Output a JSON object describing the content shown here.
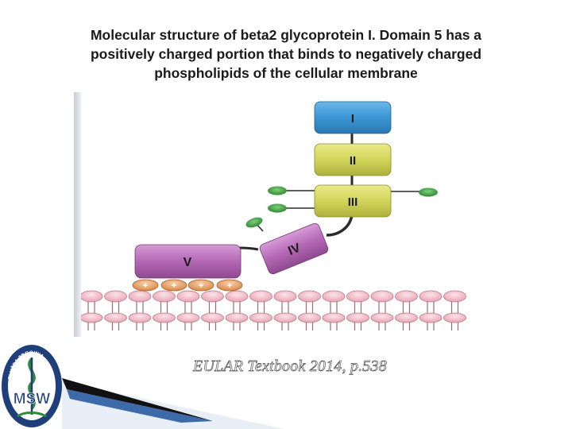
{
  "slide": {
    "title_lines": [
      "Molecular structure of beta2 glycoprotein I. Domain 5 has a",
      "positively charged portion that binds to negatively charged",
      "phospholipids of the cellular membrane"
    ],
    "caption": "EULAR Textbook 2014, p.538"
  },
  "diagram": {
    "domains": [
      {
        "label": "I",
        "color": "#3b96d4"
      },
      {
        "label": "II",
        "color": "#d2d55a"
      },
      {
        "label": "III",
        "color": "#d2d55a"
      },
      {
        "label": "IV",
        "color": "#b468b4"
      },
      {
        "label": "V",
        "color": "#b468b4"
      }
    ],
    "charge_symbol": "+",
    "colors": {
      "membrane_head": "#f4c6d0",
      "glycan": "#3c9a3c",
      "charge": "#e7a06b",
      "linker": "#2a2a2a"
    }
  },
  "logo": {
    "text": "MSW",
    "ring_text": "SŁUŻBA ZDROWIA",
    "colors": {
      "primary": "#1f3f7a",
      "accent": "#2f8a3b"
    }
  }
}
